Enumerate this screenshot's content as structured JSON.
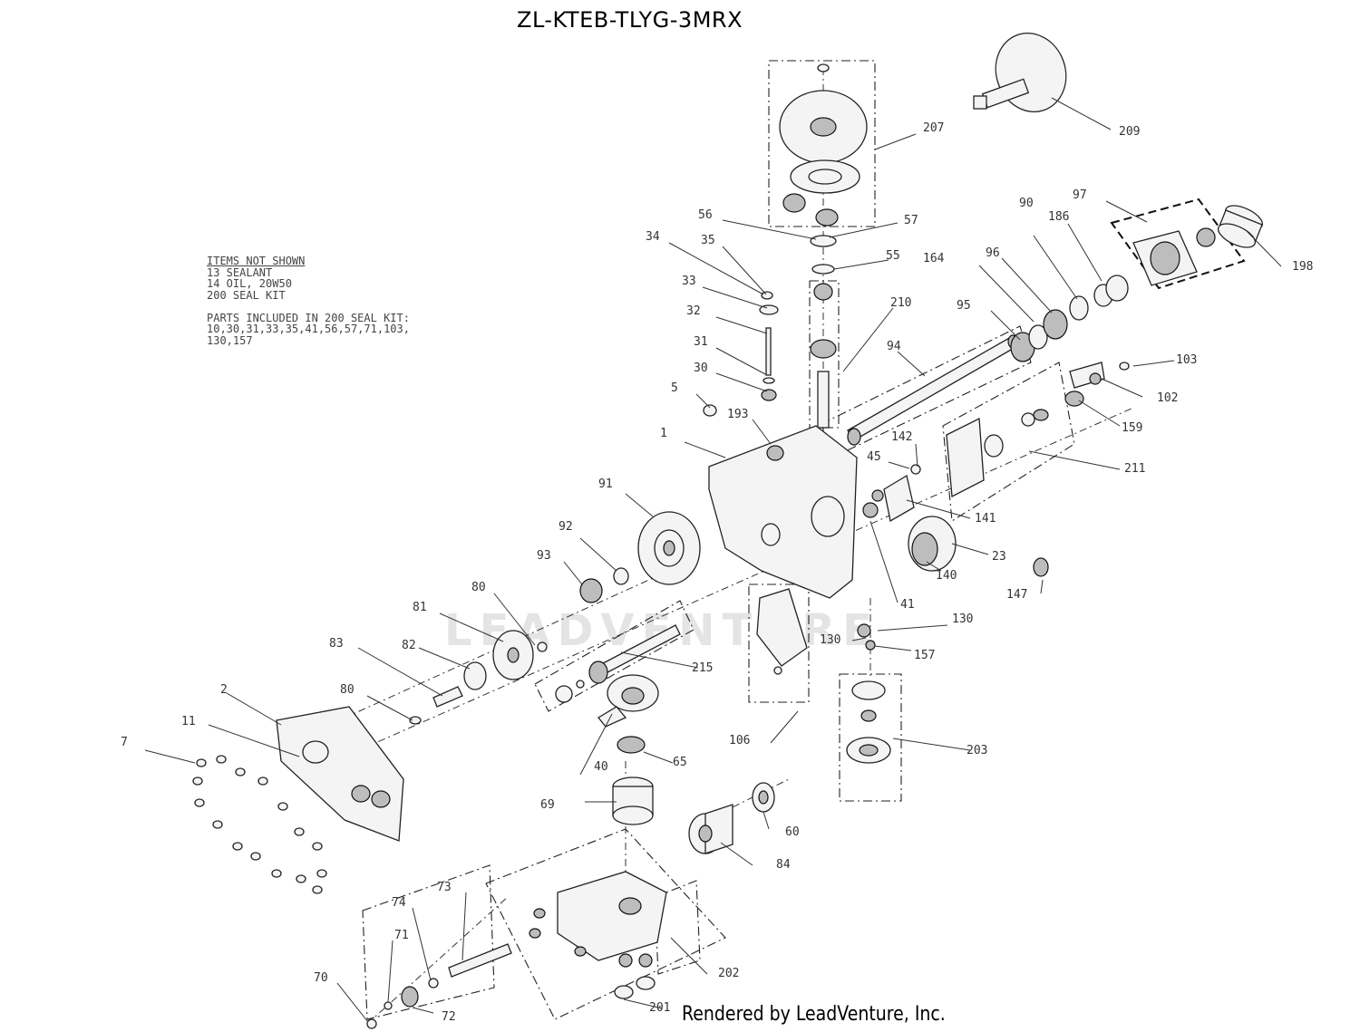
{
  "title": "ZL-KTEB-TLYG-3MRX",
  "notes": {
    "items_header": "ITEMS NOT SHOWN",
    "items": [
      "13 SEALANT",
      "14 OIL, 20W50",
      "200 SEAL KIT"
    ],
    "kit_header": "PARTS INCLUDED IN 200 SEAL KIT:",
    "kit_lines": [
      "10,30,31,33,35,41,56,57,71,103,",
      "130,157"
    ]
  },
  "watermark": "LEADVENTURE",
  "footer": "Rendered by LeadVenture, Inc.",
  "callouts": [
    "209",
    "207",
    "56",
    "57",
    "55",
    "34",
    "35",
    "33",
    "32",
    "31",
    "30",
    "210",
    "94",
    "164",
    "96",
    "90",
    "186",
    "97",
    "198",
    "95",
    "103",
    "102",
    "159",
    "5",
    "193",
    "1",
    "142",
    "45",
    "211",
    "141",
    "23",
    "140",
    "91",
    "92",
    "93",
    "147",
    "41",
    "130",
    "157",
    "130",
    "80",
    "81",
    "82",
    "83",
    "215",
    "80",
    "2",
    "11",
    "7",
    "40",
    "65",
    "106",
    "203",
    "69",
    "60",
    "84",
    "73",
    "74",
    "71",
    "70",
    "72",
    "201",
    "202"
  ]
}
